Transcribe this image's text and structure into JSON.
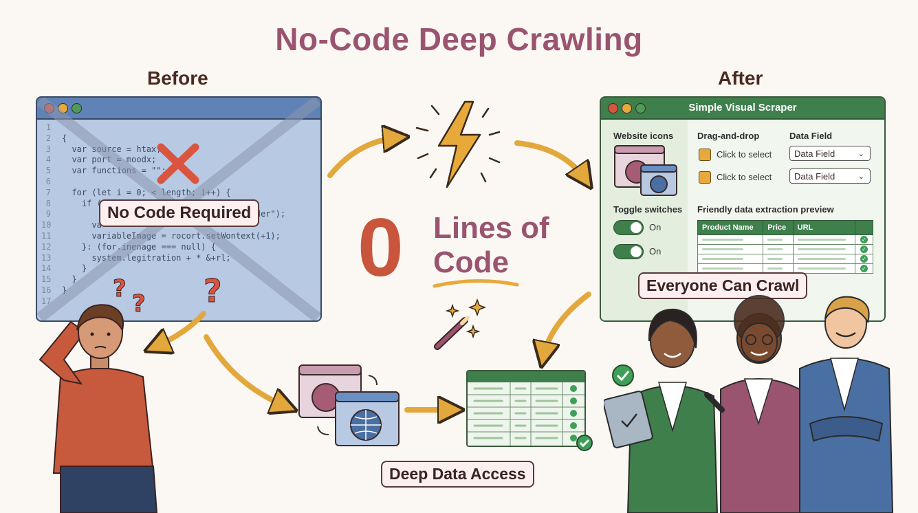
{
  "title": "No-Code Deep Crawling",
  "before": {
    "heading": "Before",
    "badge": "No Code Required",
    "code_lines": [
      {
        "n": "1",
        "t": ""
      },
      {
        "n": "2",
        "t": "{"
      },
      {
        "n": "3",
        "t": "  var source = htax;"
      },
      {
        "n": "4",
        "t": "  var port = moodx;"
      },
      {
        "n": "5",
        "t": "  var functions = \"\";"
      },
      {
        "n": "6",
        "t": ""
      },
      {
        "n": "7",
        "t": "  for (let i = 0; < length; i++) {"
      },
      {
        "n": "8",
        "t": "    if ("
      },
      {
        "n": "9",
        "t": "                                  taoonder\");"
      },
      {
        "n": "10",
        "t": "      va"
      },
      {
        "n": "11",
        "t": "      variableImage = rocort.setWontext(+1);"
      },
      {
        "n": "12",
        "t": "    }: (for.inenage === null) {"
      },
      {
        "n": "13",
        "t": "      system.legitration + * &+rl;"
      },
      {
        "n": "14",
        "t": "    }"
      },
      {
        "n": "15",
        "t": "  }"
      },
      {
        "n": "16",
        "t": "}"
      },
      {
        "n": "17",
        "t": ""
      }
    ]
  },
  "after": {
    "heading": "After",
    "window_title": "Simple Visual Scraper",
    "website_icons_label": "Website icons",
    "drag_label": "Drag-and-drop",
    "data_field_label": "Data Field",
    "rows": [
      {
        "check_label": "Click to select",
        "select_value": "Data Field"
      },
      {
        "check_label": "Click to select",
        "select_value": "Data Field"
      }
    ],
    "toggle_label": "Toggle switches",
    "toggles": [
      "On",
      "On"
    ],
    "preview_label": "Friendly data extraction preview",
    "preview_columns": [
      "Product Name",
      "Price",
      "URL"
    ],
    "badge": "Everyone Can Crawl"
  },
  "center": {
    "zero": "0",
    "lines_of": "Lines of",
    "code": "Code"
  },
  "deep_data_badge": "Deep Data Access",
  "colors": {
    "title": "#9a5470",
    "accent_orange": "#e8a93b",
    "green": "#3f7f4c",
    "red_x": "#d9553f"
  }
}
